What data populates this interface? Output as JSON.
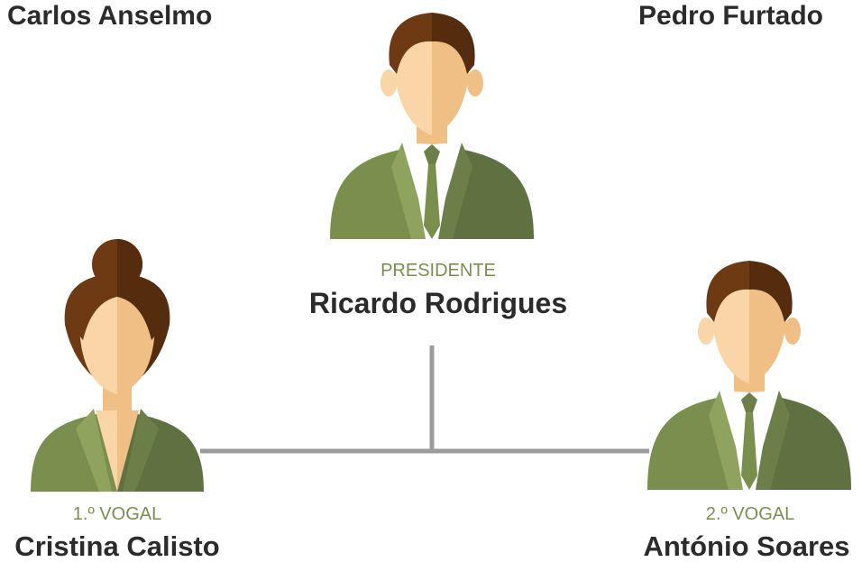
{
  "top_left_name": "Carlos Anselmo",
  "top_right_name": "Pedro Furtado",
  "president": {
    "role": "PRESIDENTE",
    "name": "Ricardo Rodrigues"
  },
  "vogal_1": {
    "role": "1.º VOGAL",
    "name": "Cristina Calisto"
  },
  "vogal_2": {
    "role": "2.º VOGAL",
    "name": "António Soares"
  },
  "colors": {
    "suit_light": "#7a8f4e",
    "suit_dark": "#5f7141",
    "skin_light": "#f9d5a7",
    "skin_dark": "#efbf86",
    "hair_light": "#6d3a14",
    "hair_dark": "#552c0d",
    "connector": "#9b9b9b",
    "role_text": "#7a8f4e"
  }
}
